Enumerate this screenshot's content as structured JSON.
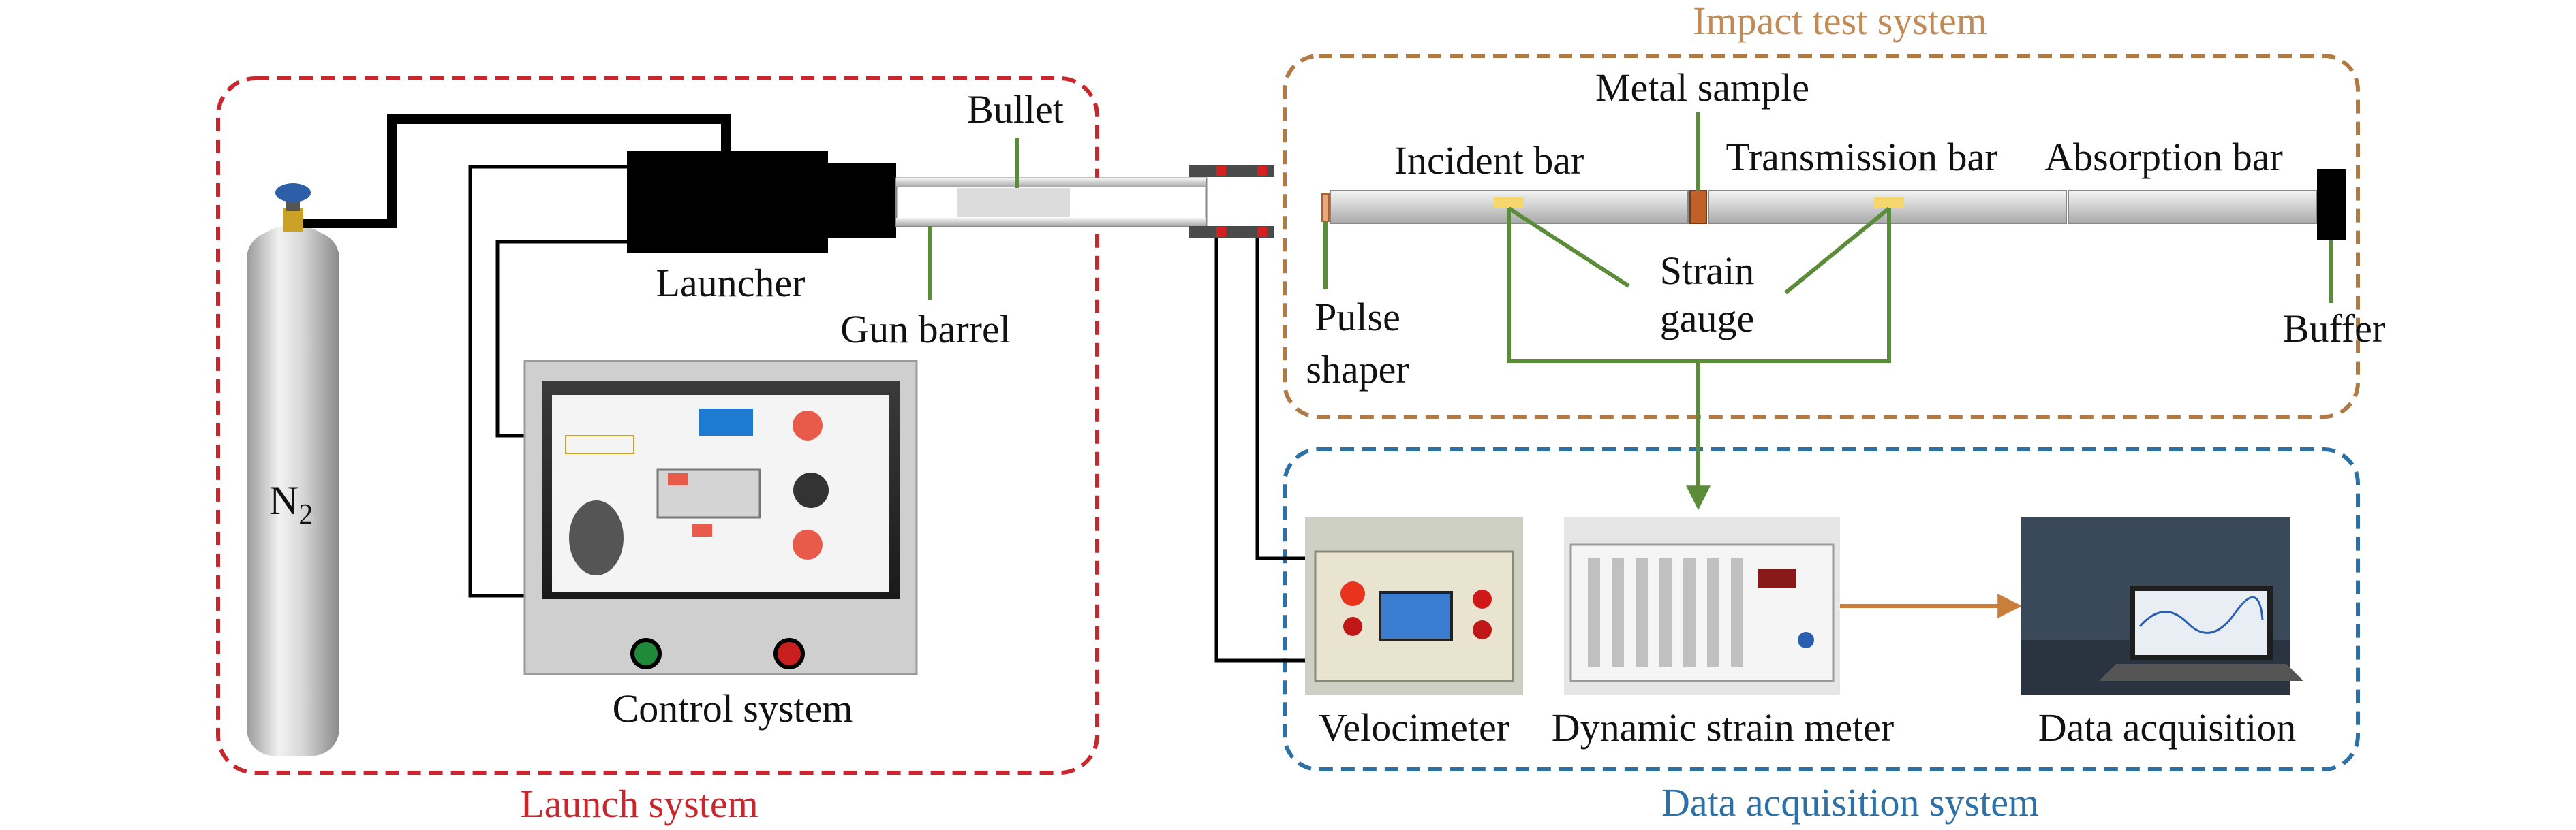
{
  "systems": {
    "launch": "Launch system",
    "impact": "Impact test system",
    "data_acquisition": "Data acquisition system"
  },
  "labels": {
    "bullet": "Bullet",
    "launcher": "Launcher",
    "gun_barrel": "Gun barrel",
    "control_system": "Control system",
    "n2_base": "N",
    "n2_sub": "2",
    "metal_sample": "Metal sample",
    "incident_bar": "Incident bar",
    "transmission_bar": "Transmission bar",
    "absorption_bar": "Absorption bar",
    "pulse_shaper_line1": "Pulse",
    "pulse_shaper_line2": "shaper",
    "strain_gauge_line1": "Strain",
    "strain_gauge_line2": "gauge",
    "buffer": "Buffer",
    "velocimeter": "Velocimeter",
    "dynamic_strain_meter": "Dynamic strain meter",
    "data_acquisition": "Data acquisition"
  },
  "colors": {
    "launch_border": "#c8282d",
    "impact_border": "#b07a45",
    "data_border": "#2c70a6",
    "connector_green": "#5b8c3a",
    "arrow_orange": "#c97f3a",
    "cable_black": "#000000"
  }
}
